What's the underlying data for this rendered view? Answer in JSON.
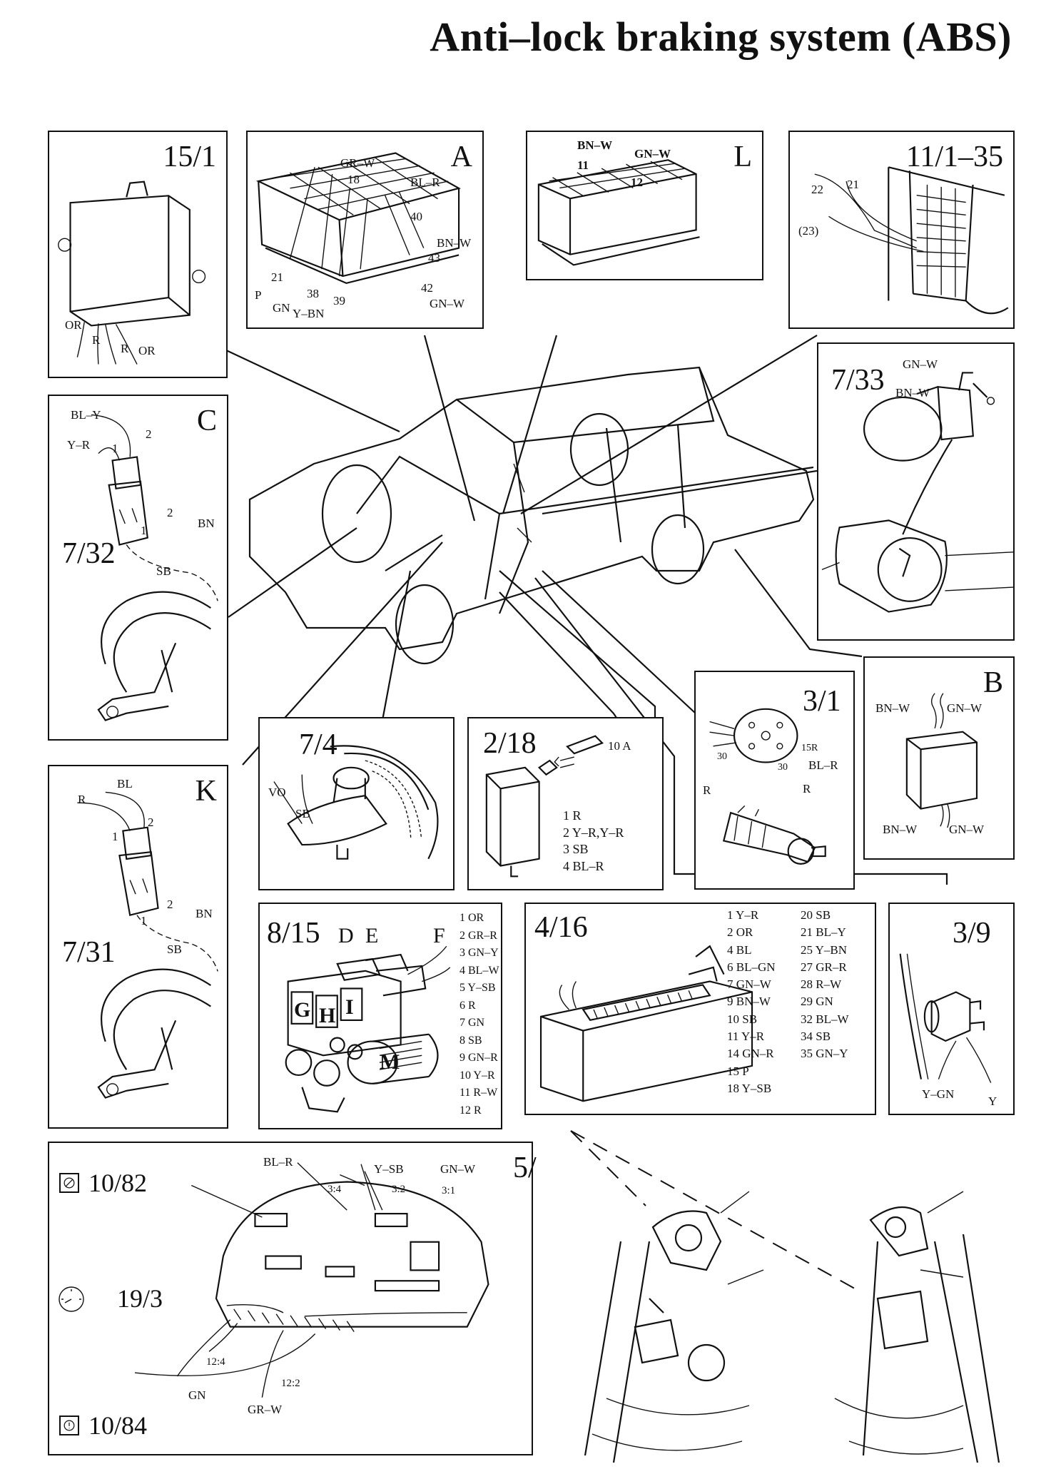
{
  "title": "Anti–lock braking system (ABS)",
  "panels": {
    "p15_1": {
      "id": "15/1",
      "labels": [
        "OR",
        "R",
        "R",
        "OR"
      ]
    },
    "pA": {
      "id": "A",
      "labels": [
        "GR–W",
        "18",
        "BL–R",
        "40",
        "BN–W",
        "43",
        "P",
        "21",
        "38",
        "39",
        "GN",
        "Y–BN",
        "42",
        "GN–W"
      ]
    },
    "pL": {
      "id": "L",
      "labels": [
        "BN–W",
        "GN–W",
        "11",
        "12"
      ]
    },
    "p11_1": {
      "id": "11/1–35",
      "labels": [
        "22",
        "21",
        "(23)"
      ]
    },
    "p7_33": {
      "id": "7/33",
      "labels": [
        "GN–W",
        "BN–W"
      ]
    },
    "pC": {
      "id": "C",
      "sub": "7/32",
      "labels": [
        "BL–Y",
        "2",
        "Y–R",
        "1",
        "2",
        "1",
        "BN",
        "SB"
      ]
    },
    "pK": {
      "id": "K",
      "sub": "7/31",
      "labels": [
        "BL",
        "R",
        "2",
        "1",
        "2",
        "1",
        "BN",
        "SB"
      ]
    },
    "p7_4": {
      "id": "7/4",
      "labels": [
        "VO",
        "SB"
      ]
    },
    "p2_18": {
      "id": "2/18",
      "fuse": "10 A",
      "pins": "1 R\n2 Y–R,Y–R\n3 SB\n4 BL–R"
    },
    "p3_1": {
      "id": "3/1",
      "labels": [
        "15R",
        "BL–R",
        "30",
        "30",
        "R",
        "R"
      ]
    },
    "pB": {
      "id": "B",
      "labels": [
        "BN–W",
        "GN–W",
        "BN–W",
        "GN–W"
      ]
    },
    "p8_15": {
      "id": "8/15",
      "letters": [
        "D",
        "E",
        "F",
        "G",
        "H",
        "I",
        "M"
      ],
      "pins": "1 OR\n2 GR–R\n3 GN–Y\n4 BL–W\n5 Y–SB\n6 R\n7 GN\n8 SB\n9 GN–R\n10 Y–R\n11 R–W\n12 R"
    },
    "p4_16": {
      "id": "4/16",
      "pins_a": "1 Y–R\n2 OR\n4 BL\n6 BL–GN\n7 GN–W\n9 BN–W\n10 SB\n11 Y–R\n14 GN–R\n15 P\n18 Y–SB",
      "pins_b": "20 SB\n21 BL–Y\n25 Y–BN\n27 GR–R\n28 R–W\n29 GN\n32 BL–W\n34 SB\n35 GN–Y"
    },
    "p3_9": {
      "id": "3/9",
      "labels": [
        "Y–GN",
        "Y"
      ]
    },
    "p5": {
      "id": "5/",
      "refs": [
        "10/82",
        "19/3",
        "10/84"
      ],
      "labels": [
        "BL–R",
        "Y–SB",
        "GN–W",
        "3:4",
        "3:2",
        "3:1",
        "12:4",
        "12:2",
        "GN",
        "GR–W"
      ]
    }
  },
  "colors": {
    "ink": "#111111",
    "paper": "#ffffff"
  }
}
